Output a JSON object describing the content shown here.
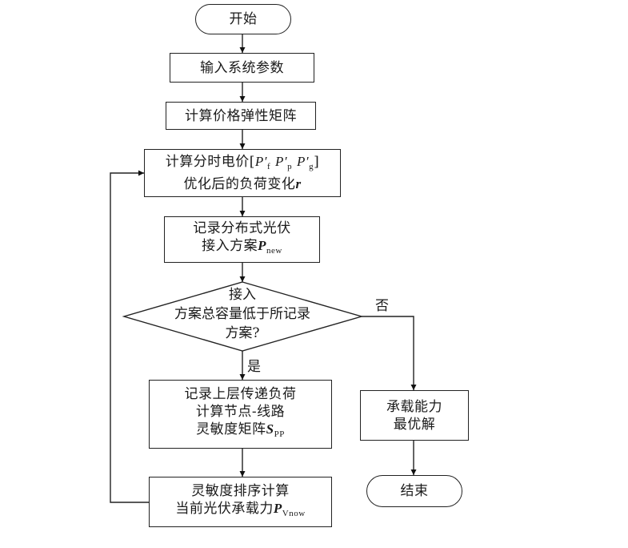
{
  "diagram": {
    "type": "flowchart",
    "nodes": {
      "start": {
        "text": "开始"
      },
      "input_params": {
        "text": "输入系统参数"
      },
      "price_elasticity": {
        "text": "计算价格弹性矩阵"
      },
      "tou_price": {
        "line1_prefix": "计算分时电价[",
        "p_symbol": "P′",
        "sub_f": "f",
        "sub_p": "p",
        "sub_g": "g",
        "line1_suffix": "]",
        "line2_prefix": "优化后的负荷变化",
        "line2_var": "r"
      },
      "record_pv": {
        "line1": "记录分布式光伏",
        "line2_prefix": "接入方案",
        "line2_var": "P",
        "line2_sub": "new"
      },
      "decision": {
        "line1": "接入",
        "line2": "方案总容量低于所记录",
        "line3": "方案?"
      },
      "sensitivity": {
        "line1": "记录上层传递负荷",
        "line2": "计算节点-线路",
        "line3_prefix": "灵敏度矩阵",
        "line3_var": "S",
        "line3_sub": "PP"
      },
      "ranking": {
        "line1": "灵敏度排序计算",
        "line2_prefix": "当前光伏承载力",
        "line2_var": "P",
        "line2_sub": "Vnow"
      },
      "optimal": {
        "line1": "承载能力",
        "line2": "最优解"
      },
      "end": {
        "text": "结束"
      }
    },
    "edge_labels": {
      "no": "否",
      "yes": "是"
    }
  }
}
